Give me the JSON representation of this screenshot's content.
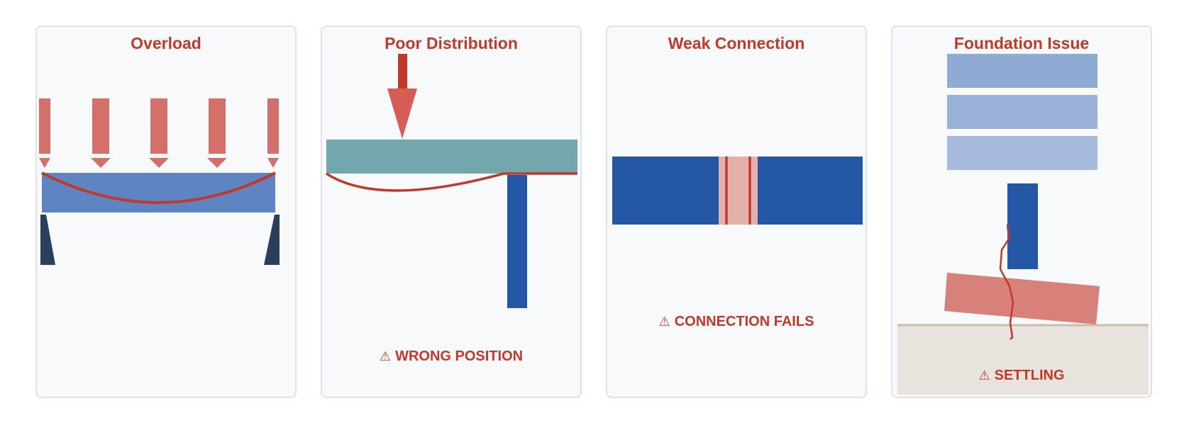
{
  "colors": {
    "danger": "#c0392b",
    "arrow": "#d4706a",
    "beam_blue": "#5e85c2",
    "steel_blue": "#2457a6",
    "support_dark": "#2b3e5c",
    "slab_teal": "#74a6ae",
    "joint_pink": "#e4b0aa",
    "ground": "#e8e3dc"
  },
  "panels": [
    {
      "title": "Overload",
      "warning": "",
      "icon": "overload-diagram"
    },
    {
      "title": "Poor Distribution",
      "warning": "WRONG POSITION",
      "icon": "warning-icon"
    },
    {
      "title": "Weak Connection",
      "warning": "CONNECTION FAILS",
      "icon": "warning-icon"
    },
    {
      "title": "Foundation Issue",
      "warning": "SETTLING",
      "icon": "warning-icon"
    }
  ]
}
